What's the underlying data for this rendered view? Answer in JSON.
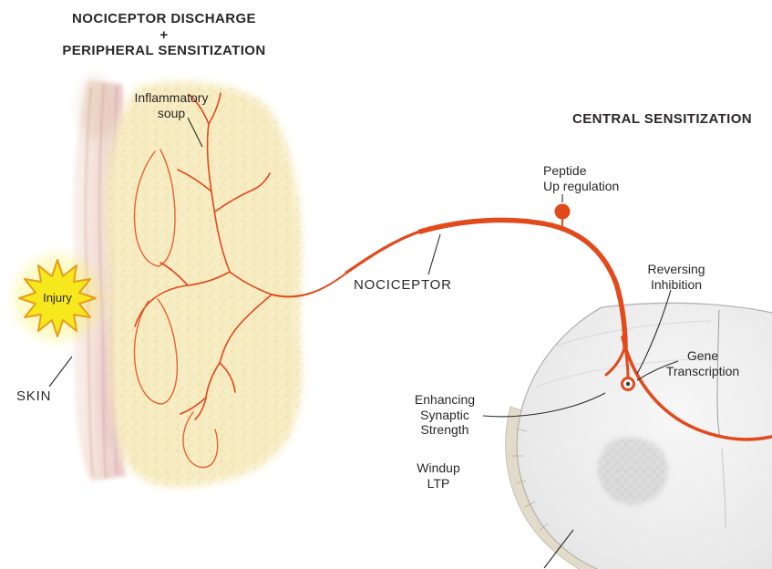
{
  "title": {
    "text": "NOCICEPTOR DISCHARGE\n+\nPERIPHERAL SENSITIZATION"
  },
  "sections": {
    "central": "CENTRAL SENSITIZATION"
  },
  "labels": {
    "inflammatory_soup": "Inflammatory\nsoup",
    "peptide": "Peptide\nUp regulation",
    "nociceptor": "NOCICEPTOR",
    "reversing_inhibition": "Reversing\nInhibition",
    "gene_transcription": "Gene\nTranscription",
    "enhancing_synaptic": "Enhancing\nSynaptic\nStrength",
    "windup": "Windup\nLTP",
    "skin": "SKIN",
    "injury": "Injury"
  },
  "colors": {
    "nerve": "#e2491b",
    "injury_fill": "#f6e81c",
    "injury_stroke": "#e79d1d",
    "soup": "#f7eec6",
    "cord": "#ededed",
    "text": "#2b2727"
  }
}
